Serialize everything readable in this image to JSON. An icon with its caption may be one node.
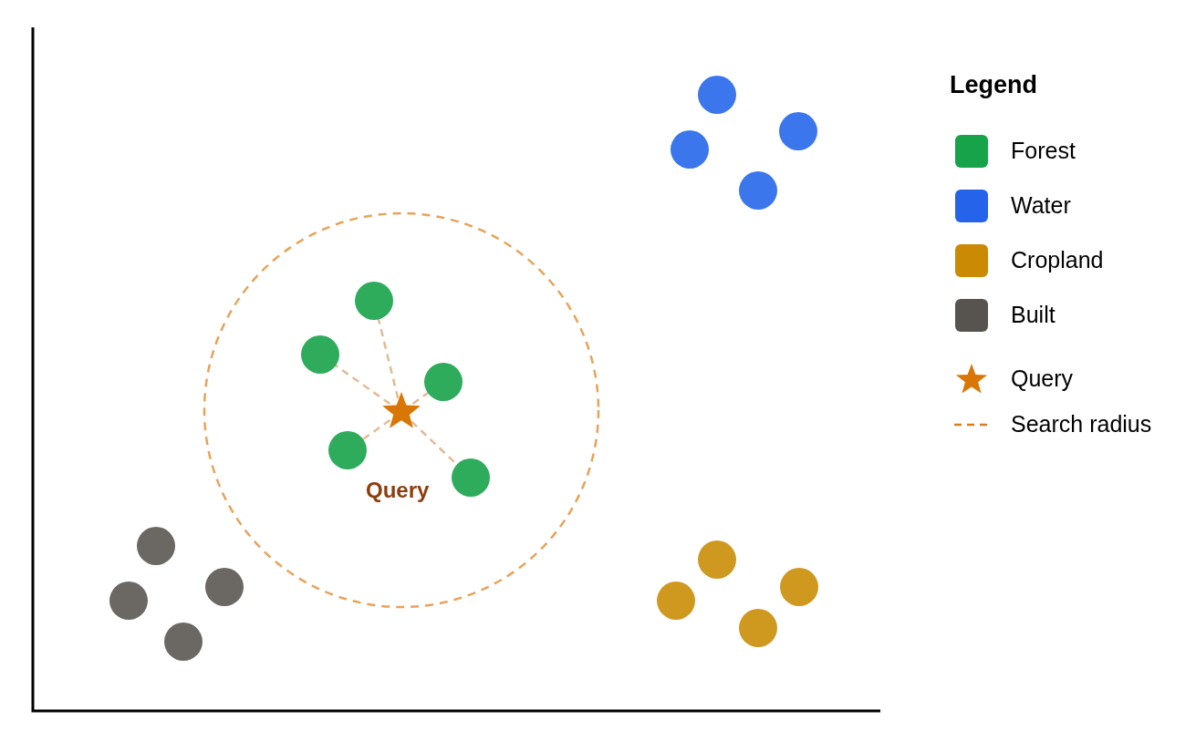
{
  "diagram": {
    "nodes": [
      {
        "text": [],
        "shape": "star"
      },
      {
        "text": [],
        "shape": "circle"
      },
      {
        "text": [],
        "shape": "circle"
      },
      {
        "text": [],
        "shape": "circle"
      },
      {
        "text": [],
        "shape": "circle"
      },
      {
        "text": [],
        "shape": "circle"
      },
      {
        "text": [],
        "shape": "circle"
      },
      {
        "text": [],
        "shape": "circle"
      },
      {
        "text": [],
        "shape": "circle"
      },
      {
        "text": [],
        "shape": "circle"
      },
      {
        "text": [],
        "shape": "circle"
      },
      {
        "text": [],
        "shape": "circle"
      },
      {
        "text": [],
        "shape": "circle"
      },
      {
        "text": [],
        "shape": "circle"
      },
      {
        "text": [],
        "shape": "circle"
      },
      {
        "text": [],
        "shape": "circle"
      },
      {
        "text": [],
        "shape": "circle"
      },
      {
        "text": [],
        "shape": "circle"
      }
    ],
    "edges": [
      {
        "from": 0,
        "to": 1,
        "arrow": "none",
        "style": "dashed"
      },
      {
        "from": 0,
        "to": 2,
        "arrow": "none",
        "style": "dashed"
      },
      {
        "from": 0,
        "to": 3,
        "arrow": "none",
        "style": "dashed"
      },
      {
        "from": 0,
        "to": 4,
        "arrow": "none",
        "style": "dashed"
      },
      {
        "from": 0,
        "to": 5,
        "arrow": "none",
        "style": "dashed"
      }
    ],
    "labels": [
      "Legend",
      "Query"
    ],
    "legend": [
      {
        "text": "Forest",
        "color": "#16a34a"
      },
      {
        "text": "Water",
        "color": "#2563eb"
      },
      {
        "text": "Cropland",
        "color": "#ca8a04"
      },
      {
        "text": "Built",
        "color": "#57534e"
      },
      {
        "text": "Query"
      },
      {
        "text": "Search radius"
      }
    ]
  }
}
